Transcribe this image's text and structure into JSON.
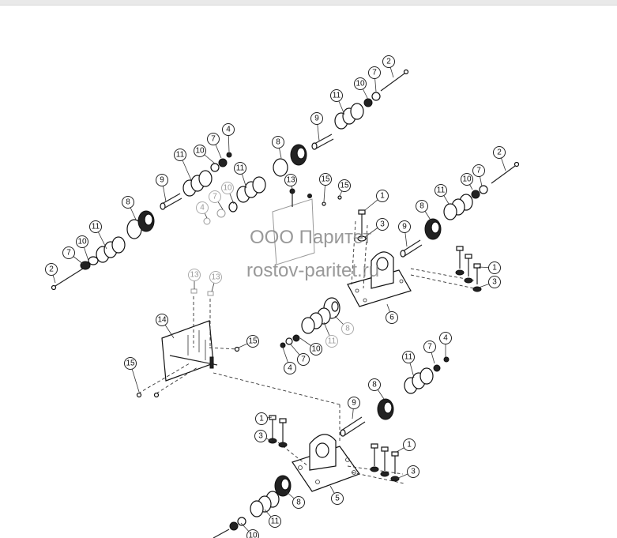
{
  "watermark": {
    "line1": "ООО Паритет",
    "line2": "rostov-paritet.ru"
  },
  "part_numbers": [
    "1",
    "2",
    "3",
    "4",
    "5",
    "6",
    "7",
    "8",
    "9",
    "10",
    "11",
    "13",
    "14",
    "15"
  ]
}
